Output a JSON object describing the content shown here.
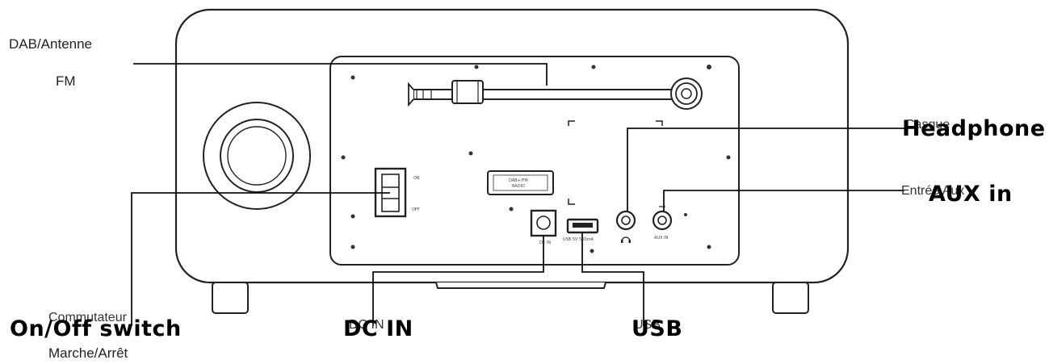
{
  "callouts": {
    "antenna_fr_line1": "DAB/Antenne",
    "antenna_fr_line2": "FM",
    "headphone_fr": "Casque",
    "headphone_en": "Headphone",
    "auxin_fr": "Entrée Aux",
    "auxin_en": "AUX in",
    "switch_fr_line1": "Commutateur",
    "switch_fr_line2": "Marche/Arrêt",
    "switch_en": "On/Off switch",
    "dcin_fr": "DC IN",
    "dcin_en": "DC IN",
    "usb_fr": "USB",
    "usb_en": "USB"
  },
  "panel_marks": {
    "switch_on": "ON",
    "switch_off": "OFF",
    "label_plate_line1": "DAB+/FM",
    "label_plate_line2": "RADIO",
    "dc_mark": "DC IN",
    "usb_mark": "USB 5V 500mA",
    "aux_mark": "AUX IN"
  }
}
